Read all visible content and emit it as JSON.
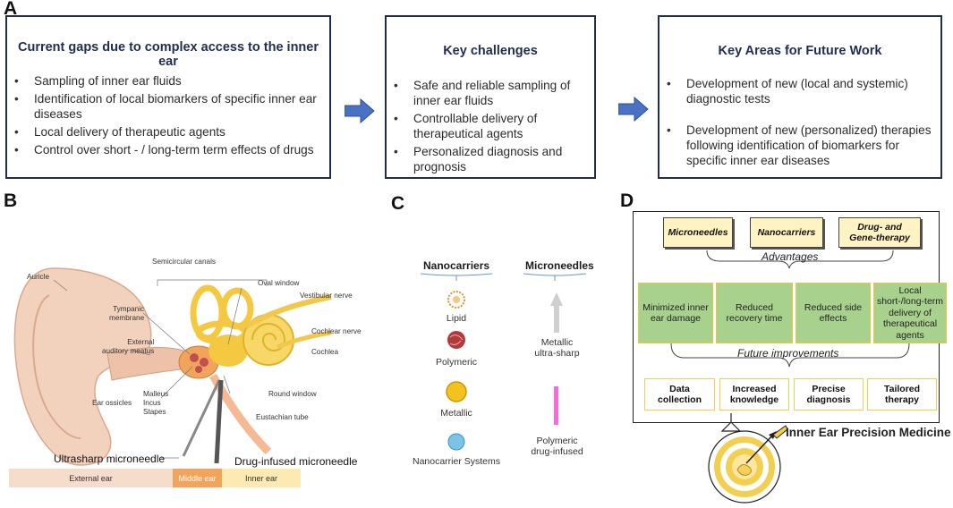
{
  "panel_labels": {
    "a": "A",
    "b": "B",
    "c": "C",
    "d": "D"
  },
  "panel_a": {
    "box1": {
      "title": "Current gaps due to complex access to the inner ear",
      "items": [
        "Sampling of inner ear fluids",
        "Identification of local biomarkers of specific inner ear diseases",
        "Local delivery of therapeutic agents",
        "Control over short - / long-term term effects of drugs"
      ]
    },
    "box2": {
      "title": "Key challenges",
      "items": [
        "Safe and reliable sampling of inner ear fluids",
        "Controllable delivery of therapeutical agents",
        "Personalized diagnosis and prognosis"
      ]
    },
    "box3": {
      "title": "Key Areas for Future Work",
      "items": [
        "Development of new (local and systemic) diagnostic tests",
        "Development of new (personalized) therapies following identification of biomarkers for specific inner ear diseases"
      ]
    }
  },
  "panel_b": {
    "labels": {
      "auricle": "Auricle",
      "semicircular_canals": "Semicircular canals",
      "oval_window": "Oval window",
      "vestibular_nerve": "Vestibular nerve",
      "tympanic_membrane_1": "Tympanic",
      "tympanic_membrane_2": "membrane",
      "cochlear_nerve": "Cochlear nerve",
      "external_meatus_1": "External",
      "external_meatus_2": "auditory meatus",
      "cochlea": "Cochlea",
      "malleus": "Malleus",
      "incus": "Incus",
      "stapes": "Stapes",
      "ear_ossicles": "Ear ossicles",
      "round_window": "Round window",
      "eustachian_tube": "Eustachian tube"
    },
    "ultrasharp": "Ultrasharp  microneedle",
    "drug_infused": "Drug-infused  microneedle",
    "regions": [
      "External ear",
      "Middle ear",
      "Inner ear"
    ],
    "colors": {
      "external": "#f6dccb",
      "middle": "#f0a45c",
      "inner": "#fde9b2",
      "bone": "#f5c842",
      "skin": "#f3d2bd"
    }
  },
  "panel_c": {
    "nanocarriers_title": "Nanocarriers",
    "microneedles_title": "Microneedles",
    "nanocarriers": [
      "Lipid",
      "Polymeric",
      "Metallic",
      "Nanocarrier Systems"
    ],
    "microneedles": [
      {
        "line1": "Metallic",
        "line2": "ultra-sharp"
      },
      {
        "line1": "Polymeric",
        "line2": "drug-infused"
      }
    ]
  },
  "panel_d": {
    "top_notes": [
      {
        "line1": "Microneedles",
        "line2": ""
      },
      {
        "line1": "Nanocarriers",
        "line2": ""
      },
      {
        "line1": "Drug- and",
        "line2": "Gene-therapy"
      }
    ],
    "advantages_label": "Advantages",
    "advantages": [
      "Minimized inner ear damage",
      "Reduced recovery time",
      "Reduced side effects",
      "Local short-/long-term delivery of therapeutical agents"
    ],
    "future_label": "Future improvements",
    "future": [
      {
        "line1": "Data",
        "line2": "collection"
      },
      {
        "line1": "Increased",
        "line2": "knowledge"
      },
      {
        "line1": "Precise",
        "line2": "diagnosis"
      },
      {
        "line1": "Tailored",
        "line2": "therapy"
      }
    ],
    "final_title": "Inner Ear Precision Medicine"
  }
}
